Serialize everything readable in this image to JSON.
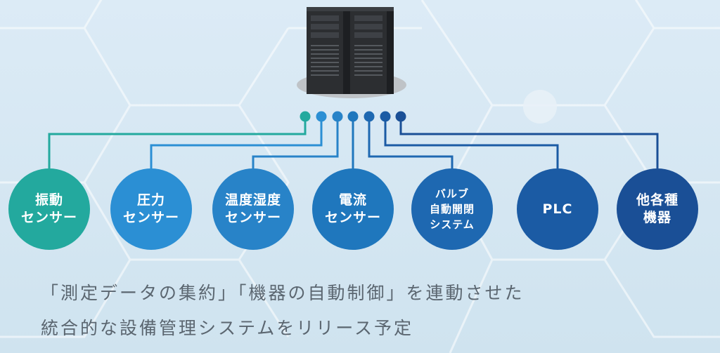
{
  "diagram": {
    "nodes": [
      {
        "id": "vibration-sensor",
        "lines": [
          "振動",
          "センサー"
        ],
        "color": "#23a99e"
      },
      {
        "id": "pressure-sensor",
        "lines": [
          "圧力",
          "センサー"
        ],
        "color": "#2b8fd4"
      },
      {
        "id": "temp-humidity-sensor",
        "lines": [
          "温度湿度",
          "センサー"
        ],
        "color": "#2883c8"
      },
      {
        "id": "current-sensor",
        "lines": [
          "電流",
          "センサー"
        ],
        "color": "#1f77bd"
      },
      {
        "id": "valve-system",
        "lines": [
          "バルブ",
          "自動開閉",
          "システム"
        ],
        "color": "#1e68b1"
      },
      {
        "id": "plc",
        "lines": [
          "PLC"
        ],
        "color": "#1b5ba4"
      },
      {
        "id": "other-devices",
        "lines": [
          "他各種",
          "機器"
        ],
        "color": "#1a4f96"
      }
    ],
    "port_colors": [
      "#23a99e",
      "#2b8fd4",
      "#2883c8",
      "#1f77bd",
      "#1e68b1",
      "#1b5ba4",
      "#1a4f96"
    ],
    "center_icon": "server-tower-icon"
  },
  "caption": {
    "line1": "「測定データの集約」「機器の自動制御」を連動させた",
    "line2": "統合的な設備管理システムをリリース予定"
  }
}
